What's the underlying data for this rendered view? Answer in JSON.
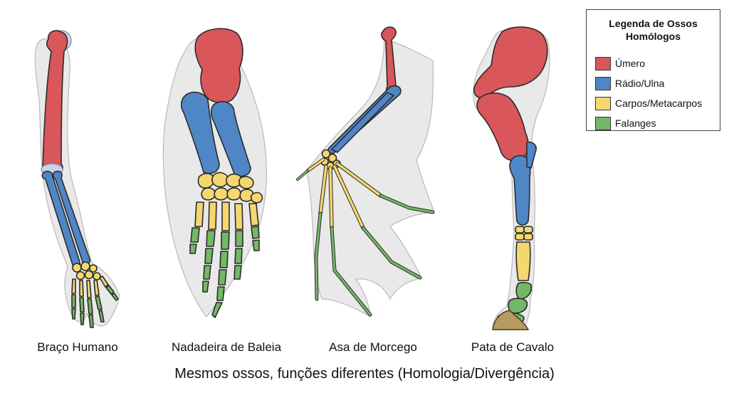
{
  "legend": {
    "title": "Legenda de Ossos Homólogos",
    "items": [
      {
        "label": "Úmero",
        "color": "#d9565a"
      },
      {
        "label": "Rádio/Ulna",
        "color": "#4f86c6"
      },
      {
        "label": "Carpos/Metacarpos",
        "color": "#f4d76e"
      },
      {
        "label": "Falanges",
        "color": "#74b766"
      }
    ]
  },
  "limbs": {
    "human": "Braço Humano",
    "whale": "Nadadeira de Baleia",
    "bat": "Asa de Morcego",
    "horse": "Pata de Cavalo"
  },
  "caption": "Mesmos ossos, funções diferentes (Homologia/Divergência)"
}
